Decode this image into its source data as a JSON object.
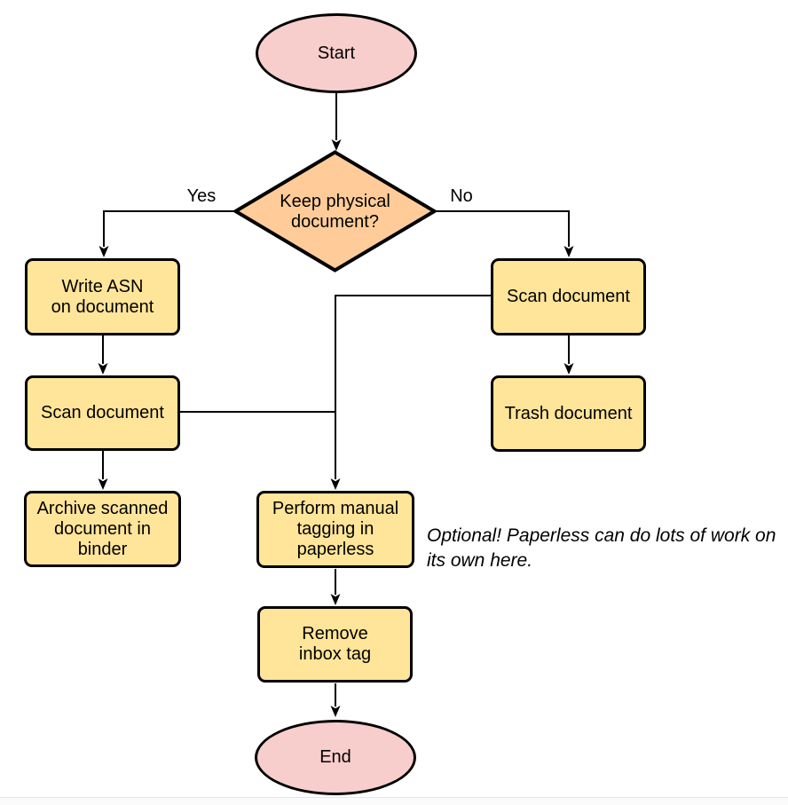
{
  "nodes": {
    "start": {
      "label": "Start",
      "type": "terminator"
    },
    "decision": {
      "label": "Keep physical\ndocument?",
      "type": "decision"
    },
    "write_asn": {
      "label": "Write ASN\non document",
      "type": "process"
    },
    "scan_left": {
      "label": "Scan document",
      "type": "process"
    },
    "archive": {
      "label": "Archive scanned\ndocument in\nbinder",
      "type": "process"
    },
    "scan_right": {
      "label": "Scan document",
      "type": "process"
    },
    "trash": {
      "label": "Trash document",
      "type": "process"
    },
    "tagging": {
      "label": "Perform manual\ntagging in\npaperless",
      "type": "process"
    },
    "remove_inbox": {
      "label": "Remove\ninbox tag",
      "type": "process"
    },
    "end": {
      "label": "End",
      "type": "terminator"
    }
  },
  "edge_labels": {
    "yes": "Yes",
    "no": "No"
  },
  "annotation": "Optional! Paperless can do lots of work on\nits own here.",
  "colors": {
    "terminator_fill": "#F8CECC",
    "decision_fill": "#FFCC99",
    "process_fill": "#FFE599",
    "shape_stroke": "#000000",
    "edge_stroke": "#000000",
    "text_color": "#000000",
    "background": "#FFFFFF"
  }
}
